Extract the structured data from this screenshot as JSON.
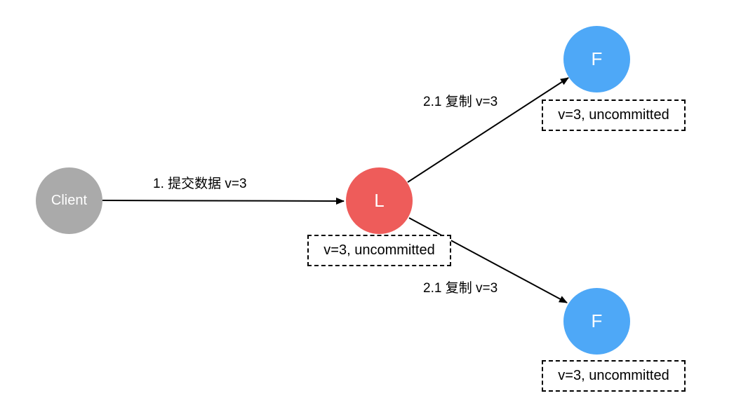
{
  "nodes": {
    "client": {
      "label": "Client",
      "color": "#aaaaaa"
    },
    "leader": {
      "label": "L",
      "color": "#ee5c5a"
    },
    "follower_top": {
      "label": "F",
      "color": "#4ea8f7"
    },
    "follower_bottom": {
      "label": "F",
      "color": "#4ea8f7"
    }
  },
  "edges": {
    "submit": {
      "label": "1. 提交数据 v=3"
    },
    "replicate_top": {
      "label": "2.1 复制 v=3"
    },
    "replicate_bottom": {
      "label": "2.1 复制 v=3"
    }
  },
  "states": {
    "leader": "v=3, uncommitted",
    "follower_top": "v=3, uncommitted",
    "follower_bottom": "v=3, uncommitted"
  }
}
